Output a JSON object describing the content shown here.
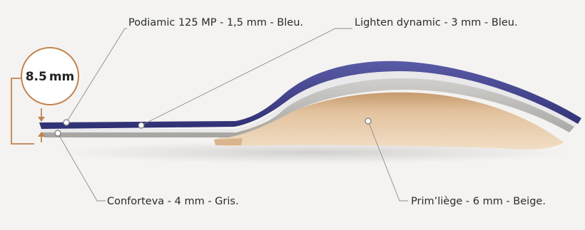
{
  "thickness_badge": {
    "value": "8.5",
    "unit": "mm"
  },
  "layers": [
    {
      "label": "Podiamic 125 MP - 1,5 mm - Bleu."
    },
    {
      "label": "Lighten dynamic - 3 mm - Bleu."
    },
    {
      "label": "Conforteva - 4 mm - Gris."
    },
    {
      "label": "Prim’liège - 6 mm - Beige."
    }
  ],
  "colors": {
    "top_layer": "#3e3f86",
    "grey_layer": "#b7b6b2",
    "cork_layer": "#e0bd96",
    "measure_line": "#c1834d"
  }
}
